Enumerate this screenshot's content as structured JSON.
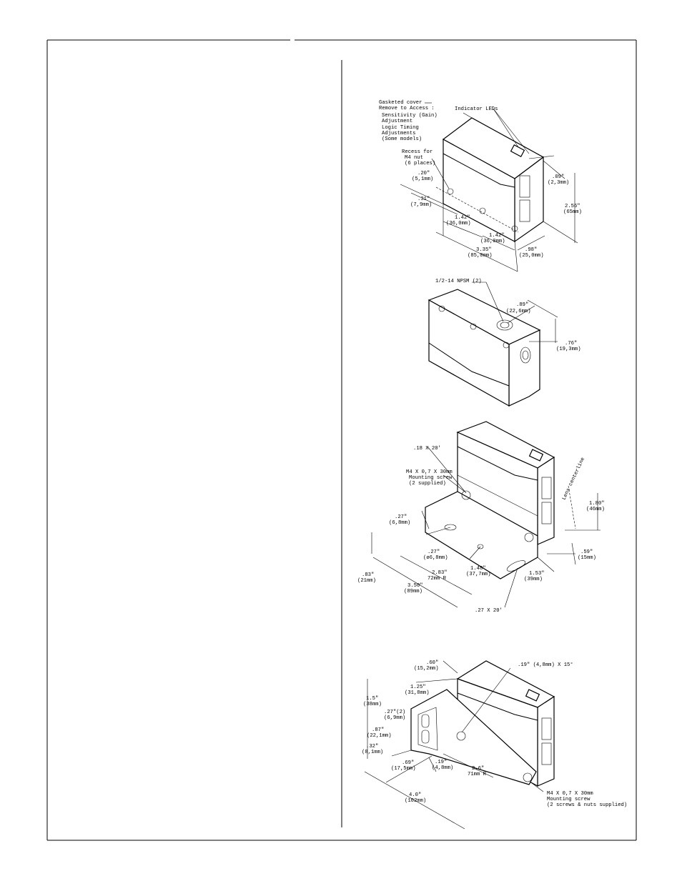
{
  "figure1": {
    "cover_label": "Gasketed cover",
    "cover_sub": "Remove to Access :",
    "sens1": "Sensitivity (Gain)",
    "sens2": "Adjustment",
    "logic1": "Logic Timing",
    "logic2": "Adjustments",
    "logic3": "(Some models)",
    "led": "Indicator LEDs",
    "recess1": "Recess for",
    "recess2": "M4 nut",
    "recess3": "(6 places)",
    "d020_in": ".20\"",
    "d020_mm": "(5,1mm)",
    "d031_in": ".31\"",
    "d031_mm": "(7,9mm)",
    "d142a_in": "1.42\"",
    "d142a_mm": "(36,0mm)",
    "d142b_in": "1.42\"",
    "d142b_mm": "(36,0mm)",
    "d335_in": "3.35\"",
    "d335_mm": "(85,0mm)",
    "d098_in": ".98\"",
    "d098_mm": "(25,0mm)",
    "d009_in": ".09\"",
    "d009_mm": "(2,3mm)",
    "d256_in": "2.56\"",
    "d256_mm": "(65mm)"
  },
  "figure2": {
    "npsm": "1/2-14 NPSM (2)",
    "d089_in": ".89\"",
    "d089_mm": "(22,6mm)",
    "d076_in": ".76\"",
    "d076_mm": "(19,3mm)"
  },
  "figure3": {
    "slot_top": ".18 X 20'",
    "screw1": "M4 X 0,7 X 30mm",
    "screw2": "Mounting screw",
    "screw3": "(2 supplied)",
    "lens": "Lens centerline",
    "d027a_in": ".27\"",
    "d027a_mm": "(6,8mm)",
    "d027b_in": ".27\"",
    "d027b_mm": "(ø6,8mm)",
    "d083_in": ".83\"",
    "d083_mm": "(21mm)",
    "d283_in": "2.83\"",
    "d283_mm": "72mm R",
    "d148_in": "1.48\"",
    "d148_mm": "(37,7mm)",
    "d350_in": "3.50\"",
    "d350_mm": "(89mm)",
    "d180_in": "1.80\"",
    "d180_mm": "(46mm)",
    "d059_in": ".59\"",
    "d059_mm": "(15mm)",
    "d153_in": "1.53\"",
    "d153_mm": "(39mm)",
    "slot_bottom": ".27 X 20'"
  },
  "figure4": {
    "d060_in": ".60\"",
    "d060_mm": "(15,2mm)",
    "hole": ".19\" (4,8mm) X 15°",
    "d125_in": "1.25\"",
    "d125_mm": "(31,8mm)",
    "d15_in": "1.5\"",
    "d15_mm": "(38mm)",
    "d027_in": ".27\"(2)",
    "d027_mm": "(6,9mm)",
    "d087_in": ".87\"",
    "d087_mm": "(22,1mm)",
    "d032_in": ".32\"",
    "d032_mm": "(8,1mm)",
    "d069_in": ".69\"",
    "d069_mm": "(17,5mm)",
    "d019_in": ".19\"",
    "d019_mm": "(4,8mm)",
    "d26_in": "2.6\"",
    "d26_mm": "71mm R",
    "d40_in": "4.0\"",
    "d40_mm": "(102mm)",
    "screw1": "M4 X 0,7 X 30mm",
    "screw2": "Mounting screw",
    "screw3": "(2 screws & nuts supplied)"
  }
}
